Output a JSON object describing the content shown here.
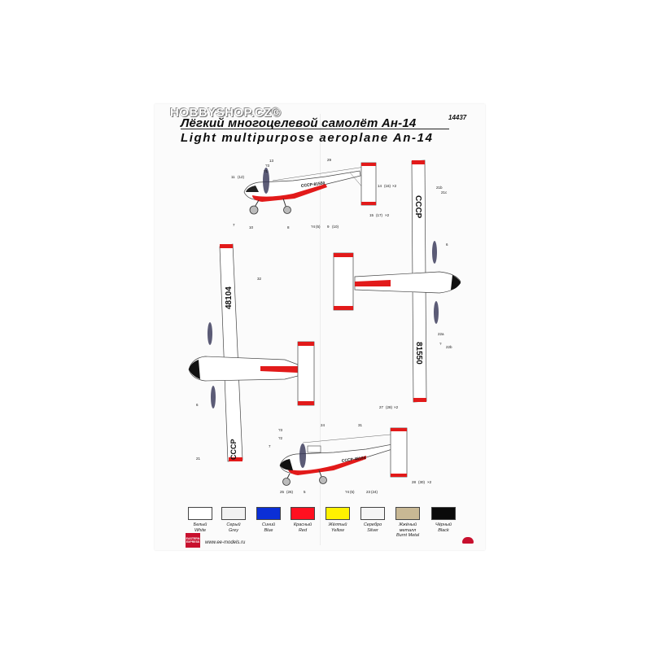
{
  "watermark": "HOBBYSHOP.CZ©",
  "catalog_number": "14437",
  "title_ru": "Лёгкий многоцелевой самолёт Ан-14",
  "title_en": "Light multipurpose aeroplane An-14",
  "registrations": {
    "fin_side_1": "СССР-81550",
    "wing_top_1": "48104",
    "wing_top_2": "CCCP",
    "wing_bottom_1": "CCCP",
    "wing_bottom_2": "81550",
    "fin_side_2": "СССР-48104"
  },
  "callouts": {
    "view1": [
      "13",
      "?3",
      "?1",
      "11",
      "(12)",
      "29",
      "14",
      "(16)",
      "×2",
      "15",
      "(17)",
      "×2",
      "?4",
      "(5)",
      "9",
      "(10)",
      "7",
      "10",
      "8"
    ],
    "view2": [
      "32",
      "6"
    ],
    "view3": [
      "21",
      "21b",
      "21c",
      "6",
      "22a",
      "?",
      "22b"
    ],
    "view4": [
      "?3",
      "?2",
      "24",
      "31",
      "27",
      "(28)",
      "×2",
      "7",
      "25",
      "(26)",
      "5",
      "?4",
      "(5)",
      "23",
      "(24)",
      "28",
      "(30)",
      "×2"
    ]
  },
  "colors": [
    {
      "ru": "Белый",
      "en": "White",
      "hex": "#ffffff"
    },
    {
      "ru": "Серый",
      "en": "Grey",
      "hex": "#f2f2f2"
    },
    {
      "ru": "Синий",
      "en": "Blue",
      "hex": "#0b2fd6"
    },
    {
      "ru": "Красный",
      "en": "Red",
      "hex": "#ff1020"
    },
    {
      "ru": "Жёлтый",
      "en": "Yellow",
      "hex": "#fff200"
    },
    {
      "ru": "Серебро",
      "en": "Silver",
      "hex": "#f5f5f5"
    },
    {
      "ru": "Жжёный металл",
      "en": "Burnt Metal",
      "hex": "#c8b894"
    },
    {
      "ru": "Чёрный",
      "en": "Black",
      "hex": "#0a0a0a"
    }
  ],
  "logo_lines": [
    "EASTERN",
    "EXPRESS"
  ],
  "website": "www.ee-models.ru",
  "theme": {
    "red": "#e21a1a",
    "ink": "#111111",
    "airframe": "#ffffff",
    "outline": "#444444"
  }
}
